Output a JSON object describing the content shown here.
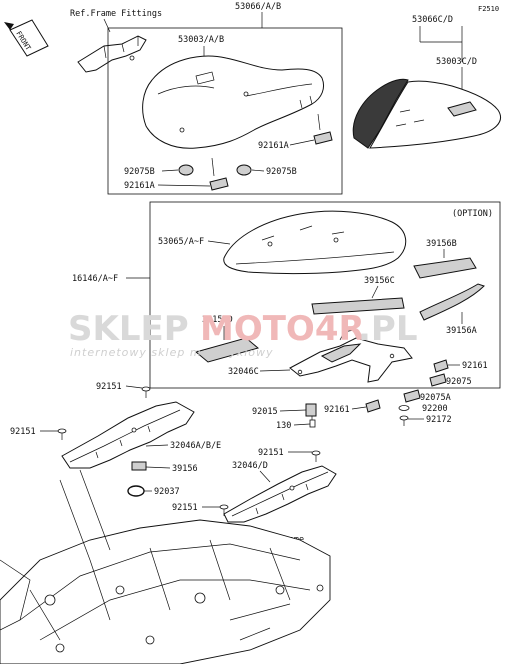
{
  "diagram": {
    "figure_code": "F2510",
    "front_marker": "FRONT",
    "option_label": "(OPTION)",
    "ref_frame_fittings": "Ref.Frame Fittings",
    "ref_frame": "Ref.Frame",
    "watermark": {
      "brand_a": "SKLEP",
      "brand_b": "MOTO4R",
      "brand_c": ".PL",
      "tagline": "internetowy sklep motocyklowy"
    },
    "labels": {
      "p53066ab": "53066/A/B",
      "p53003ab": "53003/A/B",
      "p53066cd": "53066C/D",
      "p53003cd": "53003C/D",
      "p92161a_1": "92161A",
      "p92075b_1": "92075B",
      "p92161a_2": "92161A",
      "p92075b_2": "92075B",
      "p53065": "53065/A~F",
      "p39156b": "39156B",
      "p16146": "16146/A~F",
      "p39156c": "39156C",
      "p39156d": "39156D",
      "p39156a": "39156A",
      "p32046c": "32046C",
      "p92161_1": "92161",
      "p92075": "92075",
      "p92075a": "92075A",
      "p92015": "92015",
      "p92161_2": "92161",
      "p92200": "92200",
      "p130": "130",
      "p92172": "92172",
      "p92151_1": "92151",
      "p92151_2": "92151",
      "p32046abe": "32046A/B/E",
      "p39156": "39156",
      "p92037": "92037",
      "p92151_3": "92151",
      "p32046d": "32046/D",
      "p92151_4": "92151"
    }
  }
}
